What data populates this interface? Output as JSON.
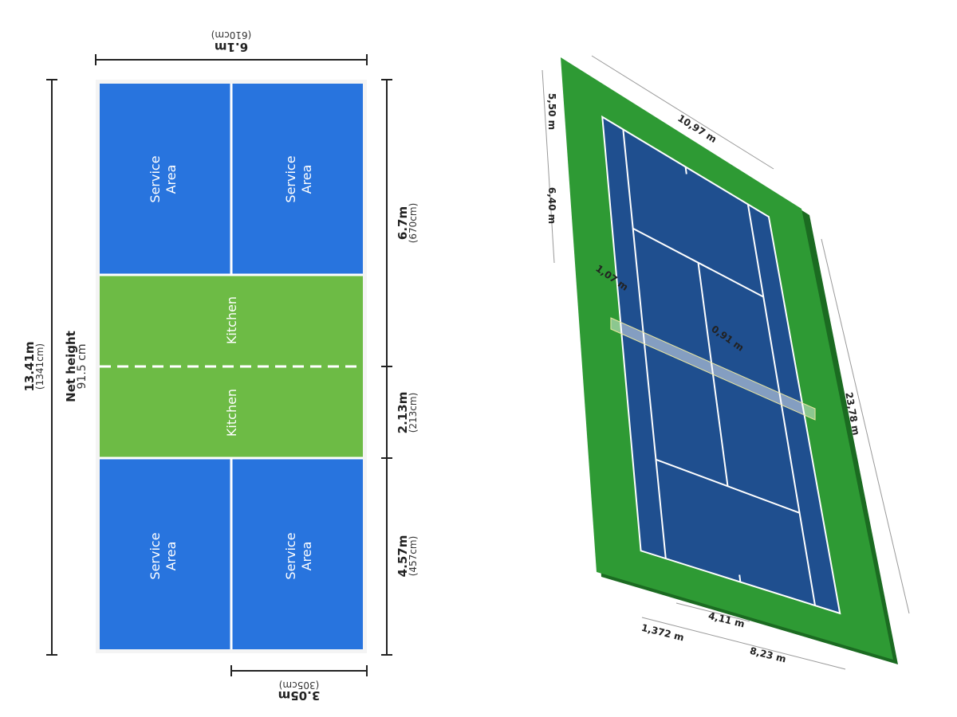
{
  "pickleball": {
    "width": {
      "m": "6.1m",
      "cm": "(610cm)"
    },
    "half_width": {
      "m": "3.05m",
      "cm": "(305cm)"
    },
    "length": {
      "m": "13.41m",
      "cm": "(1341cm)"
    },
    "net": {
      "label": "Net height",
      "value": "91.5 cm"
    },
    "service_depth": {
      "m": "6.7m",
      "cm": "(670cm)"
    },
    "kitchen_depth": {
      "m": "2.13m",
      "cm": "(213cm)"
    },
    "lower_service": {
      "m": "4.57m",
      "cm": "(457cm)"
    },
    "areas": {
      "service_1": "Service",
      "service_2": "Area",
      "kitchen": "Kitchen"
    },
    "colors": {
      "service": "#2874de",
      "kitchen": "#6dbb45"
    }
  },
  "tennis": {
    "runoff_side": "5,50 m",
    "service_line": "6,40 m",
    "doubles_width": "10,97 m",
    "post_height": "1,07 m",
    "net_center": "0,91 m",
    "length": "23,78 m",
    "alley": "1,372 m",
    "half_singles": "4,11 m",
    "singles_width": "8,23 m",
    "colors": {
      "surround": "#2e9a34",
      "court": "#1f4f8f"
    }
  }
}
